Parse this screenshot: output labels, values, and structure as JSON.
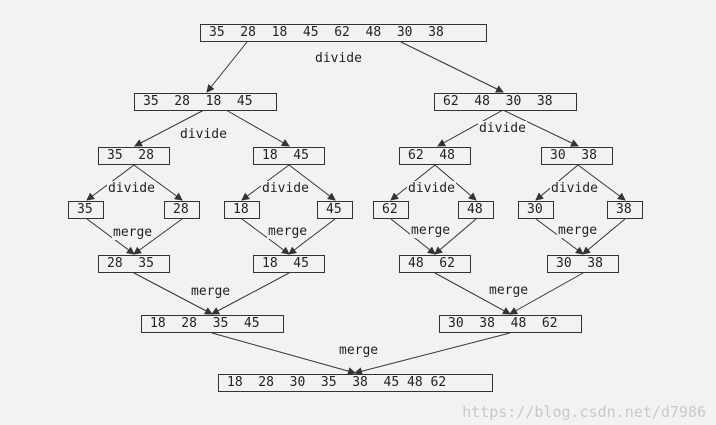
{
  "arrays": {
    "a0": "35  28  18  45  62  48  30  38",
    "a1": "35  28  18  45",
    "a2": "62  48  30  38",
    "a3": "35  28",
    "a4": "18  45",
    "a5": "62  48",
    "a6": "30  38",
    "s35": "35",
    "s28": "28",
    "s18": "18",
    "s45": "45",
    "s62": "62",
    "s48": "48",
    "s30": "30",
    "s38": "38",
    "m1": "28  35",
    "m2": "18  45",
    "m3": "48  62",
    "m4": "30  38",
    "m5": "18  28  35  45",
    "m6": "30  38  48  62",
    "final": "18  28  30  35  38  45 48 62"
  },
  "labels": {
    "divide": "divide",
    "merge": "merge"
  },
  "watermark": "https://blog.csdn.net/d7986",
  "colors": {
    "background": "#f2f2f2",
    "line": "#333333",
    "watermark": "#c8c8c8"
  }
}
